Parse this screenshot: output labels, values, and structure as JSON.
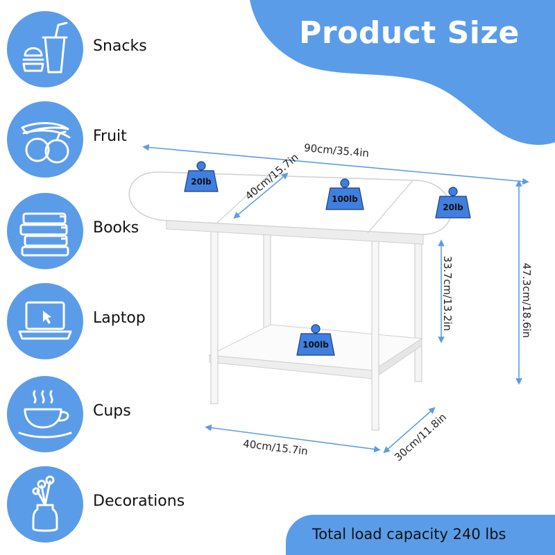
{
  "title": "Product Size",
  "uses": [
    {
      "label": "Snacks",
      "icon": "snacks-icon"
    },
    {
      "label": "Fruit",
      "icon": "fruit-icon"
    },
    {
      "label": "Books",
      "icon": "books-icon"
    },
    {
      "label": "Laptop",
      "icon": "laptop-icon"
    },
    {
      "label": "Cups",
      "icon": "cup-icon"
    },
    {
      "label": "Decorations",
      "icon": "vase-icon"
    }
  ],
  "dimensions": {
    "top_length": "90cm/35.4in",
    "top_width": "40cm/15.7in",
    "shelf_height": "33.7cm/13.2in",
    "total_height": "47.3cm/18.6in",
    "base_length": "40cm/15.7in",
    "base_depth": "30cm/11.8in"
  },
  "weights": {
    "left_leaf": "20lb",
    "center_top": "100lb",
    "right_leaf": "20lb",
    "lower_shelf": "100lb"
  },
  "capacity": "Total load capacity 240 lbs",
  "colors": {
    "accent": "#5b9ce8",
    "weight_fill": "#3f7fe0",
    "table": "#ffffff"
  }
}
